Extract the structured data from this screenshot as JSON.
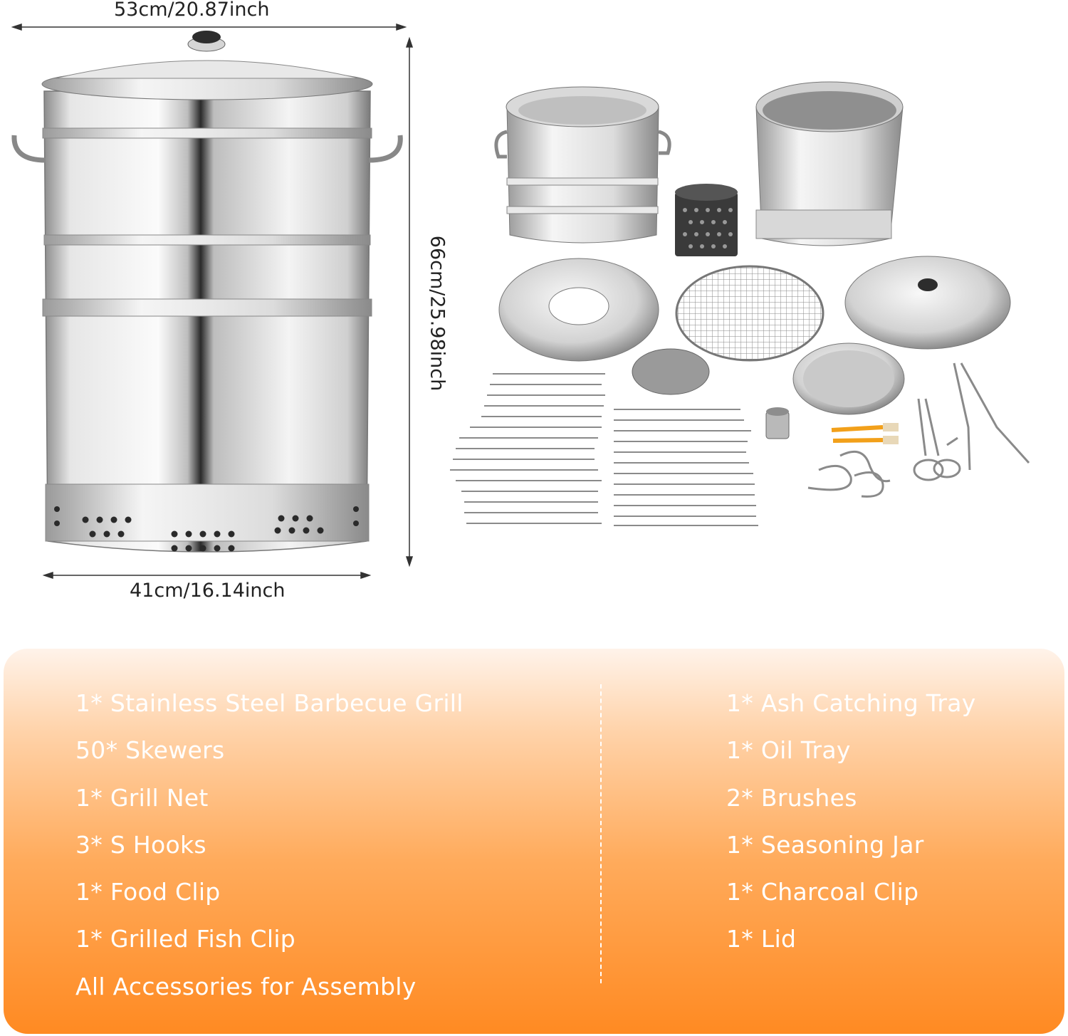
{
  "dimensions": {
    "top_width": "53cm/20.87inch",
    "height": "66cm/25.98inch",
    "bottom_width": "41cm/16.14inch"
  },
  "package_list": {
    "left": [
      "1* Stainless Steel Barbecue Grill",
      "50* Skewers",
      "1* Grill Net",
      "3* S Hooks",
      "1* Food Clip",
      "1* Grilled Fish Clip",
      "All Accessories for Assembly"
    ],
    "right": [
      "1* Ash Catching Tray",
      "1* Oil Tray",
      "2* Brushes",
      "1* Seasoning Jar",
      "1* Charcoal Clip",
      "1* Lid"
    ]
  },
  "colors": {
    "panel_top": "#fff3ea",
    "panel_bottom": "#ff8a22",
    "text_on_panel": "#ffffff",
    "steel_light": "#f2f2f2",
    "steel_dark": "#6b6b6b"
  }
}
